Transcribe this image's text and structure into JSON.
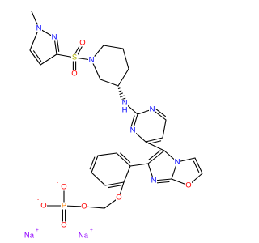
{
  "colors": {
    "bond": "#000000",
    "N": "#0000ff",
    "O": "#ff0000",
    "S": "#b3b300",
    "P": "#ff8000",
    "Na": "#8f00ff",
    "C": "#000000"
  },
  "molecule": {
    "atom_labels": [
      {
        "id": "N_methyl",
        "text": "N",
        "element": "N"
      },
      {
        "id": "N_pyrazole",
        "text": "N",
        "element": "N"
      },
      {
        "id": "S_sulfonyl",
        "text": "S",
        "element": "S"
      },
      {
        "id": "O_sulfonyl_top",
        "text": "O",
        "element": "O"
      },
      {
        "id": "O_sulfonyl_bottom",
        "text": "O",
        "element": "O"
      },
      {
        "id": "N_piperidine",
        "text": "N",
        "element": "N"
      },
      {
        "id": "NH_amine",
        "text": "N",
        "element": "N"
      },
      {
        "id": "H_amine",
        "text": "H",
        "element": "N"
      },
      {
        "id": "N_pyrimidine_1",
        "text": "N",
        "element": "N"
      },
      {
        "id": "N_pyrimidine_2",
        "text": "N",
        "element": "N"
      },
      {
        "id": "N_bridgehead",
        "text": "N",
        "element": "N"
      },
      {
        "id": "O_oxazole",
        "text": "O",
        "element": "O"
      },
      {
        "id": "N_imidazole",
        "text": "N",
        "element": "N"
      },
      {
        "id": "O_ether",
        "text": "O",
        "element": "O"
      },
      {
        "id": "O_phosphate_ester",
        "text": "O",
        "element": "O"
      },
      {
        "id": "P_phosphate",
        "text": "P",
        "element": "P"
      },
      {
        "id": "O_phosphate_minus_1",
        "text": "O",
        "element": "O"
      },
      {
        "id": "O_phosphate_double",
        "text": "O",
        "element": "O"
      },
      {
        "id": "O_phosphate_minus_2",
        "text": "O",
        "element": "O"
      },
      {
        "id": "Na_1",
        "text": "Na",
        "element": "Na"
      },
      {
        "id": "Na_2",
        "text": "Na",
        "element": "Na"
      }
    ],
    "charges": {
      "O_minus_1": "-",
      "O_minus_2": "-",
      "Na_plus_1": "+",
      "Na_plus_2": "+"
    }
  }
}
